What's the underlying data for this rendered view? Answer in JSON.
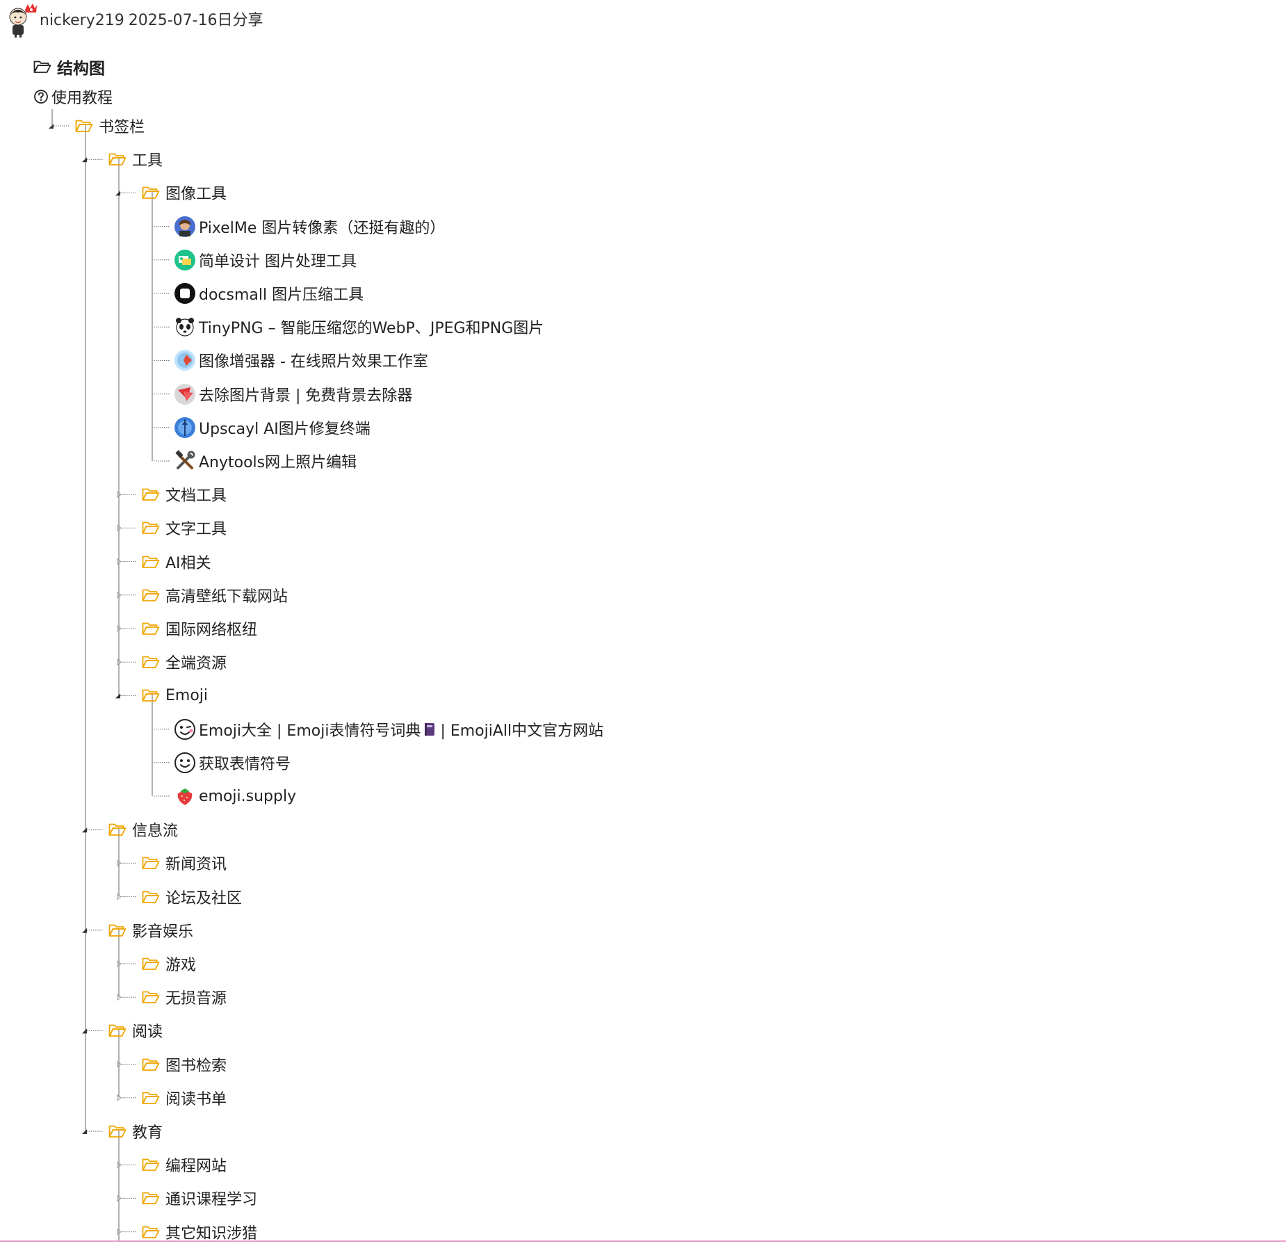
{
  "header": {
    "user": "nickery219",
    "shared": "2025-07-16日分享"
  },
  "title": "结构图",
  "help": "使用教程",
  "tree": [
    {
      "id": "n0",
      "label": "书签栏",
      "type": "folder",
      "depth": 0,
      "expanded": true,
      "icon": "folder-open-icon"
    },
    {
      "id": "n1",
      "label": "工具",
      "type": "folder",
      "depth": 1,
      "expanded": true,
      "icon": "folder-open-icon"
    },
    {
      "id": "n2",
      "label": "图像工具",
      "type": "folder",
      "depth": 2,
      "expanded": true,
      "icon": "folder-open-icon"
    },
    {
      "id": "n3",
      "label": "PixelMe 图片转像素（还挺有趣的）",
      "type": "link",
      "depth": 3,
      "icon": "pixelme-favicon-icon"
    },
    {
      "id": "n4",
      "label": "简单设计 图片处理工具",
      "type": "link",
      "depth": 3,
      "icon": "jiandan-sheji-favicon-icon"
    },
    {
      "id": "n5",
      "label": "docsmall 图片压缩工具",
      "type": "link",
      "depth": 3,
      "icon": "docsmall-favicon-icon"
    },
    {
      "id": "n6",
      "label": "TinyPNG – 智能压缩您的WebP、JPEG和PNG图片",
      "type": "link",
      "depth": 3,
      "icon": "panda-favicon-icon"
    },
    {
      "id": "n7",
      "label": "图像增强器 - 在线照片效果工作室",
      "type": "link",
      "depth": 3,
      "icon": "image-enhancer-favicon-icon"
    },
    {
      "id": "n8",
      "label": "去除图片背景 | 免费背景去除器",
      "type": "link",
      "depth": 3,
      "icon": "remove-bg-favicon-icon"
    },
    {
      "id": "n9",
      "label": "Upscayl AI图片修复终端",
      "type": "link",
      "depth": 3,
      "icon": "upscayl-favicon-icon"
    },
    {
      "id": "n10",
      "label": "Anytools网上照片编辑",
      "type": "link",
      "depth": 3,
      "icon": "tools-favicon-icon"
    },
    {
      "id": "n11",
      "label": "文档工具",
      "type": "folder",
      "depth": 2,
      "expanded": false,
      "icon": "folder-open-icon"
    },
    {
      "id": "n12",
      "label": "文字工具",
      "type": "folder",
      "depth": 2,
      "expanded": false,
      "icon": "folder-open-icon"
    },
    {
      "id": "n13",
      "label": "AI相关",
      "type": "folder",
      "depth": 2,
      "expanded": false,
      "icon": "folder-open-icon"
    },
    {
      "id": "n14",
      "label": "高清壁纸下载网站",
      "type": "folder",
      "depth": 2,
      "expanded": false,
      "icon": "folder-open-icon"
    },
    {
      "id": "n15",
      "label": "国际网络枢纽",
      "type": "folder",
      "depth": 2,
      "expanded": false,
      "icon": "folder-open-icon"
    },
    {
      "id": "n16",
      "label": "全端资源",
      "type": "folder",
      "depth": 2,
      "expanded": false,
      "icon": "folder-open-icon"
    },
    {
      "id": "n17",
      "label": "Emoji",
      "type": "folder",
      "depth": 2,
      "expanded": true,
      "icon": "folder-open-icon"
    },
    {
      "id": "n18",
      "label": "Emoji大全 | Emoji表情符号词典",
      "label2": "| EmojiAll中文官方网站",
      "type": "link",
      "depth": 3,
      "icon": "wink-face-favicon-icon",
      "inline_icon": "notebook-icon"
    },
    {
      "id": "n19",
      "label": "获取表情符号",
      "type": "link",
      "depth": 3,
      "icon": "smiley-favicon-icon"
    },
    {
      "id": "n20",
      "label": "emoji.supply",
      "type": "link",
      "depth": 3,
      "icon": "strawberry-favicon-icon"
    },
    {
      "id": "n21",
      "label": "信息流",
      "type": "folder",
      "depth": 1,
      "expanded": true,
      "icon": "folder-open-icon"
    },
    {
      "id": "n22",
      "label": "新闻资讯",
      "type": "folder",
      "depth": 2,
      "expanded": false,
      "icon": "folder-open-icon"
    },
    {
      "id": "n23",
      "label": "论坛及社区",
      "type": "folder",
      "depth": 2,
      "expanded": false,
      "icon": "folder-open-icon"
    },
    {
      "id": "n24",
      "label": "影音娱乐",
      "type": "folder",
      "depth": 1,
      "expanded": true,
      "icon": "folder-open-icon"
    },
    {
      "id": "n25",
      "label": "游戏",
      "type": "folder",
      "depth": 2,
      "expanded": false,
      "icon": "folder-open-icon"
    },
    {
      "id": "n26",
      "label": "无损音源",
      "type": "folder",
      "depth": 2,
      "expanded": false,
      "icon": "folder-open-icon"
    },
    {
      "id": "n27",
      "label": "阅读",
      "type": "folder",
      "depth": 1,
      "expanded": true,
      "icon": "folder-open-icon"
    },
    {
      "id": "n28",
      "label": "图书检索",
      "type": "folder",
      "depth": 2,
      "expanded": false,
      "icon": "folder-open-icon"
    },
    {
      "id": "n29",
      "label": "阅读书单",
      "type": "folder",
      "depth": 2,
      "expanded": false,
      "icon": "folder-open-icon"
    },
    {
      "id": "n30",
      "label": "教育",
      "type": "folder",
      "depth": 1,
      "expanded": true,
      "icon": "folder-open-icon"
    },
    {
      "id": "n31",
      "label": "编程网站",
      "type": "folder",
      "depth": 2,
      "expanded": false,
      "icon": "folder-open-icon"
    },
    {
      "id": "n32",
      "label": "通识课程学习",
      "type": "folder",
      "depth": 2,
      "expanded": false,
      "icon": "folder-open-icon"
    },
    {
      "id": "n33",
      "label": "其它知识涉猎",
      "type": "folder",
      "depth": 2,
      "expanded": false,
      "icon": "folder-open-icon"
    }
  ],
  "colors": {
    "folder": "#f0a500",
    "tree_line": "#666666",
    "text": "#222222",
    "bottom_border": "#e8a0c8"
  }
}
